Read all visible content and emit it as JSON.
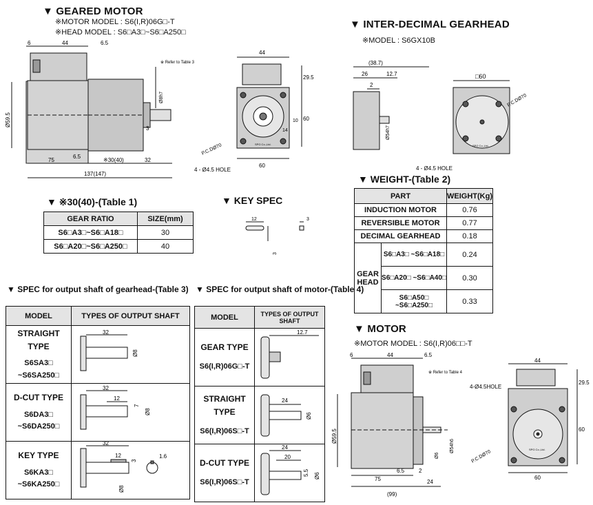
{
  "geared_motor": {
    "title": "▼ GEARED MOTOR",
    "motor_model": "※MOTOR MODEL : S6(I,R)06G□-T",
    "head_model": "※HEAD MODEL : S6□A3□~S6□A250□",
    "dims_top": [
      "6",
      "44",
      "6.5"
    ],
    "refer": "※ Refer to Table 3",
    "dims_side": [
      "Ø59.5",
      "Ø8h7",
      "3"
    ],
    "dims_bottom": [
      "6.5",
      "75",
      "※30(40)",
      "32",
      "137(147)"
    ],
    "front": {
      "width_top": "44",
      "right_dims": [
        "29.5",
        "10",
        "14",
        "60"
      ],
      "pcd": "P.C.DØ70",
      "hole": "4 - Ø4.5 HOLE",
      "width_bottom": "60",
      "brand": "SPG Co.,Ltd."
    }
  },
  "inter_decimal": {
    "title": "▼ INTER-DECIMAL GEARHEAD",
    "model": "※MODEL : S6GX10B",
    "dims": [
      "(38.7)",
      "26",
      "12.7",
      "2",
      "Ø54h7",
      "□60"
    ],
    "pcd": "P.C.DØ70",
    "hole": "4 - Ø4.5 HOLE",
    "brand": "SPG Co.,Ltd."
  },
  "table1": {
    "title": "▼ ※30(40)-(Table 1)",
    "headers": [
      "GEAR RATIO",
      "SIZE(mm)"
    ],
    "rows": [
      {
        "ratio": "S6□A3□~S6□A18□",
        "size": "30"
      },
      {
        "ratio": "S6□A20□~S6□A250□",
        "size": "40"
      }
    ]
  },
  "key_spec": {
    "title": "▼ KEY SPEC",
    "dims": [
      "12",
      "3",
      "3"
    ]
  },
  "weight": {
    "title": "▼ WEIGHT-(Table 2)",
    "headers": [
      "PART",
      "WEIGHT(Kg)"
    ],
    "rows": [
      {
        "part": "INDUCTION MOTOR",
        "weight": "0.76"
      },
      {
        "part": "REVERSIBLE MOTOR",
        "weight": "0.77"
      },
      {
        "part": "DECIMAL GEARHEAD",
        "weight": "0.18"
      }
    ],
    "gear_head_label": "GEAR HEAD",
    "gear_rows": [
      {
        "range": "S6□A3□ ~S6□A18□",
        "weight": "0.24"
      },
      {
        "range": "S6□A20□ ~S6□A40□",
        "weight": "0.30"
      },
      {
        "range": "S6□A50□ ~S6□A250□",
        "weight": "0.33"
      }
    ]
  },
  "table3": {
    "title": "▼ SPEC for output shaft of gearhead-(Table 3)",
    "headers": [
      "MODEL",
      "TYPES OF OUTPUT SHAFT"
    ],
    "rows": [
      {
        "type": "STRAIGHT TYPE",
        "model": "S6SA3□ ~S6SA250□",
        "dims": [
          "32",
          "Ø8"
        ]
      },
      {
        "type": "D-CUT TYPE",
        "model": "S6DA3□ ~S6DA250□",
        "dims": [
          "32",
          "12",
          "7",
          "Ø8"
        ]
      },
      {
        "type": "KEY TYPE",
        "model": "S6KA3□ ~S6KA250□",
        "dims": [
          "32",
          "12",
          "3",
          "1.6",
          "Ø8"
        ]
      }
    ]
  },
  "table4": {
    "title": "▼ SPEC for output shaft of motor-(Table 4)",
    "headers": [
      "MODEL",
      "TYPES OF OUTPUT SHAFT"
    ],
    "rows": [
      {
        "type": "GEAR TYPE",
        "model": "S6(I,R)06G□-T",
        "dims": [
          "12.7"
        ]
      },
      {
        "type": "STRAIGHT TYPE",
        "model": "S6(I,R)06S□-T",
        "dims": [
          "24",
          "Ø6"
        ]
      },
      {
        "type": "D-CUT TYPE",
        "model": "S6(I,R)06S□-T",
        "dims": [
          "24",
          "20",
          "5.5",
          "Ø6"
        ]
      }
    ]
  },
  "motor": {
    "title": "▼ MOTOR",
    "model": "※MOTOR MODEL : S6(I,R)06□□-T",
    "dims_top": [
      "6",
      "44",
      "6.5"
    ],
    "refer": "※ Refer to Table 4",
    "dims_side": [
      "Ø59.5",
      "Ø6",
      "Ø54h6"
    ],
    "dims_bottom": [
      "6.5",
      "2",
      "75",
      "24",
      "(99)"
    ],
    "front": {
      "width_top": "44",
      "right_dims": [
        "29.5",
        "60"
      ],
      "hole": "4-Ø4.5HOLE",
      "pcd": "P.C.DØ70",
      "width_bottom": "60",
      "brand": "SPG Co.,Ltd."
    }
  }
}
